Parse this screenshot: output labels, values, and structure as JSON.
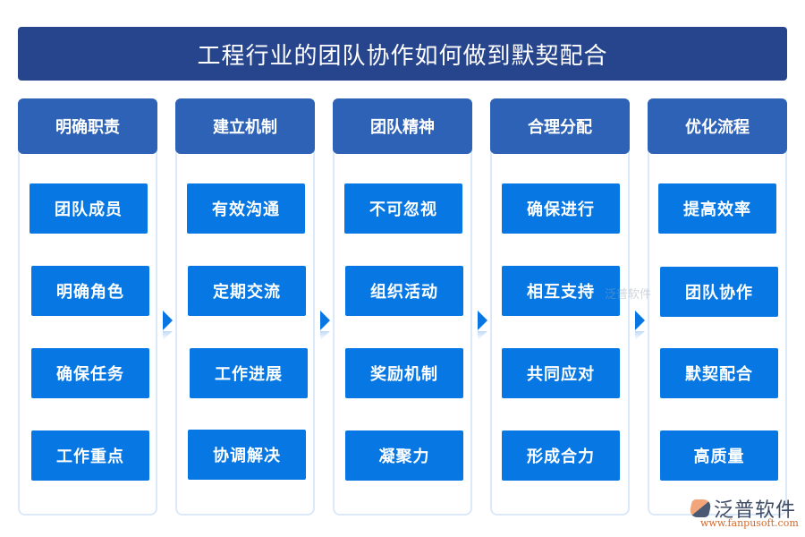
{
  "title": "工程行业的团队协作如何做到默契配合",
  "columns": [
    {
      "header": "明确职责",
      "items": [
        "团队成员",
        "明确角色",
        "确保任务",
        "工作重点"
      ]
    },
    {
      "header": "建立机制",
      "items": [
        "有效沟通",
        "定期交流",
        "工作进展",
        "协调解决"
      ]
    },
    {
      "header": "团队精神",
      "items": [
        "不可忽视",
        "组织活动",
        "奖励机制",
        "凝聚力"
      ]
    },
    {
      "header": "合理分配",
      "items": [
        "确保进行",
        "相互支持",
        "共同应对",
        "形成合力"
      ]
    },
    {
      "header": "优化流程",
      "items": [
        "提高效率",
        "团队协作",
        "默契配合",
        "高质量"
      ]
    }
  ],
  "watermark": {
    "center": "泛普软件",
    "brand": "泛普软件",
    "url": "www.fanpusoft.com"
  },
  "colors": {
    "title_bg": "#27458d",
    "header_bg": "#2d62b7",
    "item_bg": "#0778e3",
    "column_border": "#dce9f8"
  }
}
